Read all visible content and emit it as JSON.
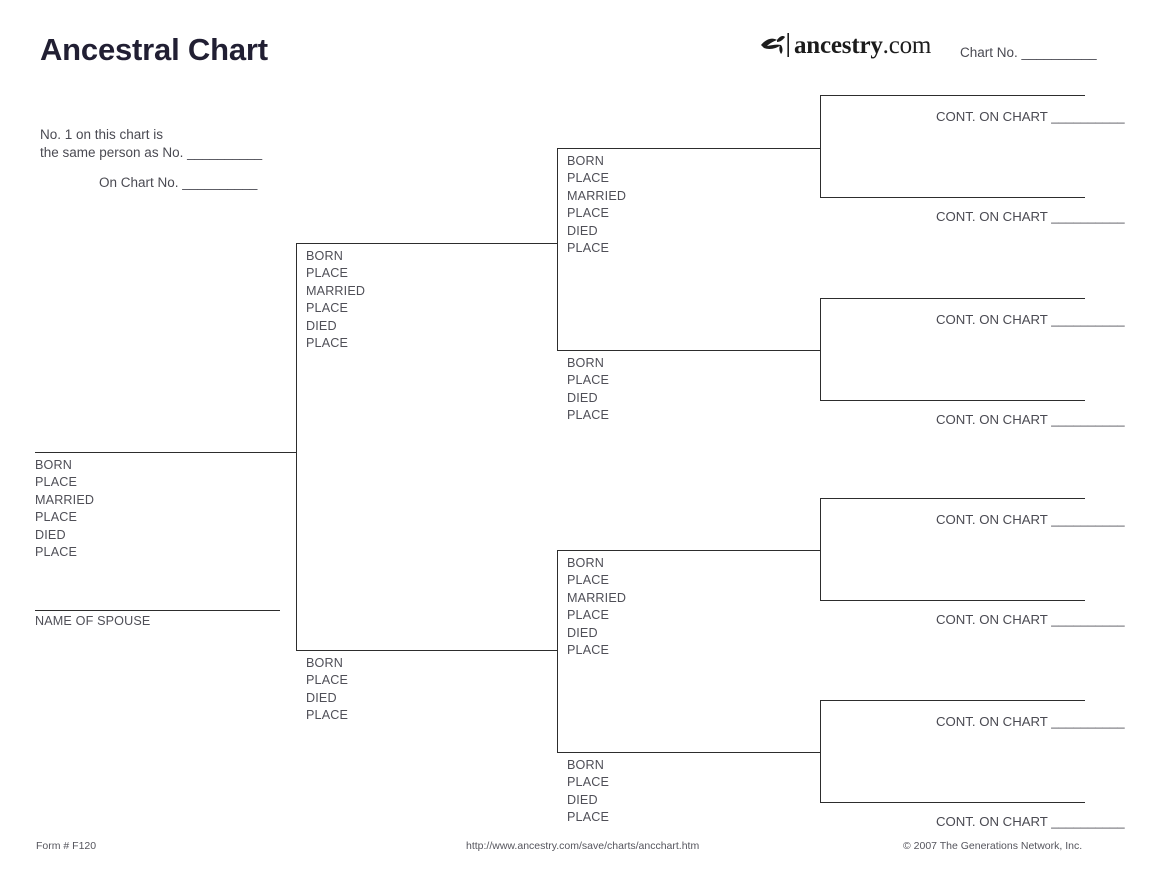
{
  "page": {
    "title": "Ancestral Chart",
    "chart_no_label": "Chart No. __________",
    "note_line1": "No. 1 on this chart is",
    "note_line2": "the same person as No. __________",
    "note_line3": "On Chart No. __________"
  },
  "brand": {
    "icon": "ancestry-leaf-icon",
    "name_bold": "ancestry",
    "name_light": ".com"
  },
  "labels": {
    "born": "BORN",
    "place": "PLACE",
    "married": "MARRIED",
    "died": "DIED",
    "spouse": "NAME OF SPOUSE",
    "cont_on_chart": "CONT. ON CHART __________"
  },
  "chart_data": {
    "type": "diagram",
    "subtype": "pedigree-ancestral-chart",
    "generations": 4,
    "person_fields_full": [
      "BORN",
      "PLACE",
      "MARRIED",
      "PLACE",
      "DIED",
      "PLACE"
    ],
    "person_fields_short": [
      "BORN",
      "PLACE",
      "DIED",
      "PLACE"
    ],
    "people": [
      {
        "id": 1,
        "generation": 1,
        "fields": [
          "BORN",
          "PLACE",
          "MARRIED",
          "PLACE",
          "DIED",
          "PLACE"
        ],
        "extra_label": "NAME OF SPOUSE"
      },
      {
        "id": 2,
        "generation": 2,
        "fields": [
          "BORN",
          "PLACE",
          "MARRIED",
          "PLACE",
          "DIED",
          "PLACE"
        ]
      },
      {
        "id": 3,
        "generation": 2,
        "fields": [
          "BORN",
          "PLACE",
          "DIED",
          "PLACE"
        ]
      },
      {
        "id": 4,
        "generation": 3,
        "fields": [
          "BORN",
          "PLACE",
          "MARRIED",
          "PLACE",
          "DIED",
          "PLACE"
        ]
      },
      {
        "id": 5,
        "generation": 3,
        "fields": [
          "BORN",
          "PLACE",
          "DIED",
          "PLACE"
        ]
      },
      {
        "id": 6,
        "generation": 3,
        "fields": [
          "BORN",
          "PLACE",
          "MARRIED",
          "PLACE",
          "DIED",
          "PLACE"
        ]
      },
      {
        "id": 7,
        "generation": 3,
        "fields": [
          "BORN",
          "PLACE",
          "DIED",
          "PLACE"
        ]
      },
      {
        "id": 8,
        "generation": 4,
        "cont": "CONT. ON CHART __________"
      },
      {
        "id": 9,
        "generation": 4,
        "cont": "CONT. ON CHART __________"
      },
      {
        "id": 10,
        "generation": 4,
        "cont": "CONT. ON CHART __________"
      },
      {
        "id": 11,
        "generation": 4,
        "cont": "CONT. ON CHART __________"
      },
      {
        "id": 12,
        "generation": 4,
        "cont": "CONT. ON CHART __________"
      },
      {
        "id": 13,
        "generation": 4,
        "cont": "CONT. ON CHART __________"
      },
      {
        "id": 14,
        "generation": 4,
        "cont": "CONT. ON CHART __________"
      },
      {
        "id": 15,
        "generation": 4,
        "cont": "CONT. ON CHART __________"
      }
    ]
  },
  "footer": {
    "form": "Form # F120",
    "url": "http://www.ancestry.com/save/charts/ancchart.htm",
    "copyright": "© 2007 The Generations Network, Inc."
  }
}
